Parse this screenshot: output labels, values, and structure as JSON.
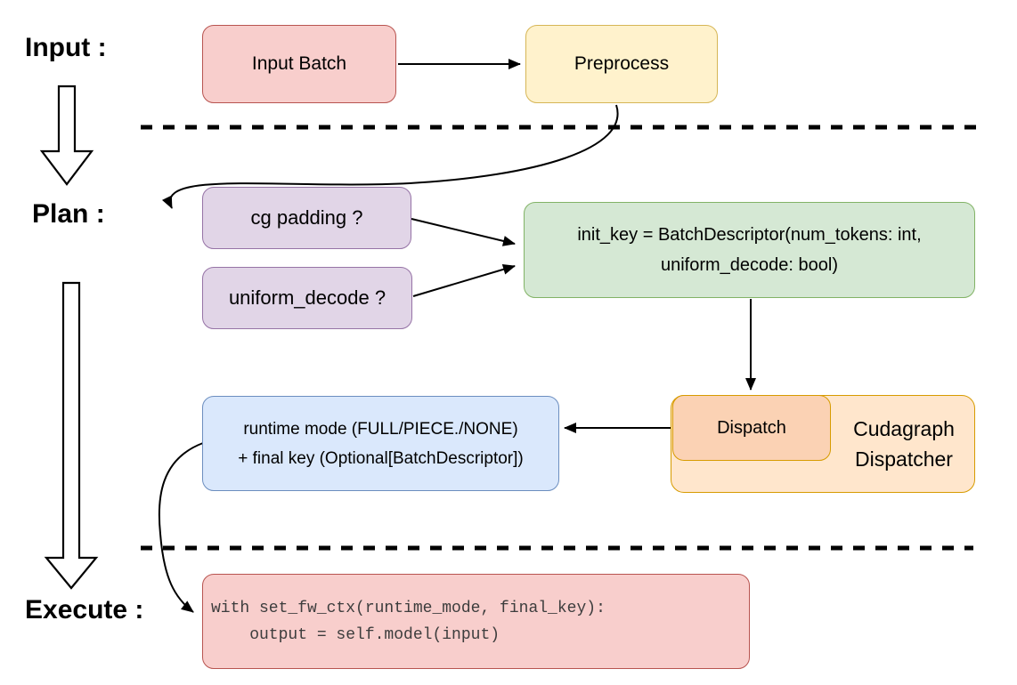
{
  "palette": {
    "red_fill": "#f8cecc",
    "red_border": "#b85450",
    "yellow_fill": "#fff2cc",
    "yellow_border": "#d6b656",
    "purple_fill": "#e1d5e7",
    "purple_border": "#9673a6",
    "green_fill": "#d5e8d4",
    "green_border": "#82b366",
    "blue_fill": "#dae8fc",
    "blue_border": "#6c8ebf",
    "orange_fill": "#ffe6cc",
    "orange_border": "#d79b00",
    "dispatch_fill": "#fbd2b4",
    "connector": "#000000"
  },
  "stage_labels": {
    "input": "Input :",
    "plan": "Plan :",
    "execute": "Execute :"
  },
  "nodes": {
    "input_batch": {
      "label": "Input Batch"
    },
    "preprocess": {
      "label": "Preprocess"
    },
    "cg_padding": {
      "label": "cg padding ?"
    },
    "uniform_decode": {
      "label": "uniform_decode ?"
    },
    "init_key": {
      "line1": "init_key = BatchDescriptor(num_tokens: int,",
      "line2": "uniform_decode: bool)"
    },
    "dispatch": {
      "label": "Dispatch"
    },
    "cudagraph_dispatcher": {
      "line1": "Cudagraph",
      "line2": "Dispatcher"
    },
    "runtime_mode": {
      "line1": "runtime mode (FULL/PIECE./NONE)",
      "line2": "+ final key (Optional[BatchDescriptor])"
    },
    "execute_code": {
      "line1": "with set_fw_ctx(runtime_mode, final_key):",
      "line2": "    output = self.model(input)"
    }
  }
}
